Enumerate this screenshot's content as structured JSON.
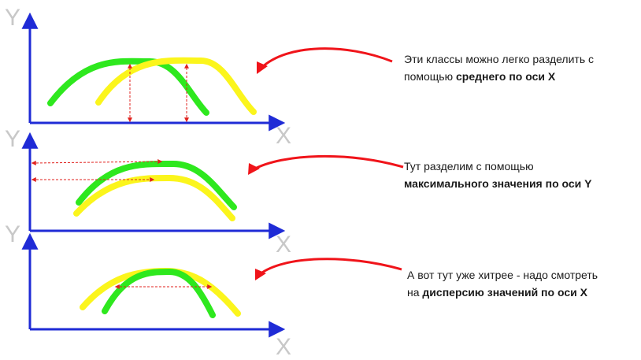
{
  "axes": {
    "y_letter": "Y",
    "x_letter": "X"
  },
  "colors": {
    "axis": "#1f2bd6",
    "axis_letter": "#c8c8c8",
    "green_class": "#2ee81e",
    "yellow_class": "#fbf51c",
    "measure": "#e0201c",
    "callout_arrow": "#f0141a"
  },
  "panels": [
    {
      "id": "mean-x",
      "note_line1": "Эти классы можно легко разделить с",
      "note_line2_prefix": "помощью ",
      "note_line2_bold": "среднего по оси X",
      "note_line2_suffix": ""
    },
    {
      "id": "max-y",
      "note_line1": "Тут разделим с помощью",
      "note_line2_prefix": "",
      "note_line2_bold": "максимального значения по оси Y",
      "note_line2_suffix": ""
    },
    {
      "id": "variance-x",
      "note_line1": "А вот тут уже хитрее -  надо смотреть",
      "note_line2_prefix": "на ",
      "note_line2_bold": "дисперсию значений по оси X",
      "note_line2_suffix": ""
    }
  ]
}
